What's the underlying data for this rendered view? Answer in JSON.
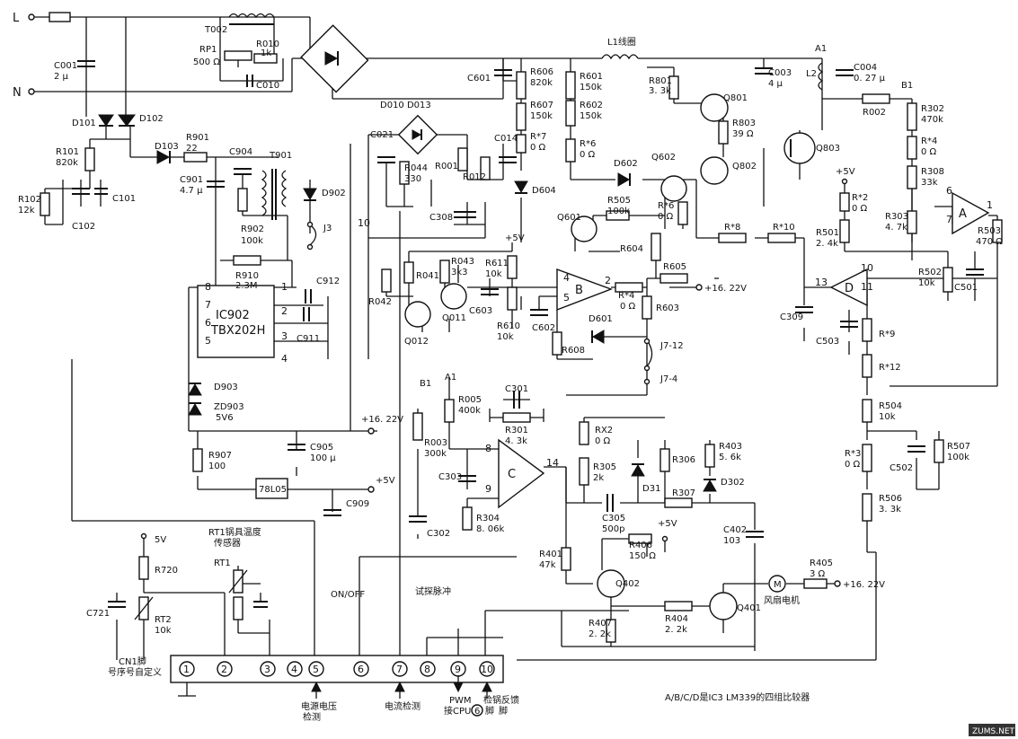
{
  "power": {
    "l": "L",
    "n": "N"
  },
  "labels": {
    "t002": "T002",
    "rp1": "RP1",
    "rp1_val": "500 Ω",
    "r010": "R010",
    "r010_val": "1k",
    "c010": "C010",
    "c001": "C001",
    "c001_val": "2 μ",
    "d101": "D101",
    "d102": "D102",
    "r101": "R101",
    "r101_val": "820k",
    "r102": "R102",
    "r102_val": "12k",
    "c102": "C102",
    "c101": "C101",
    "d103": "D103",
    "r901": "R901",
    "r901_val": "22",
    "c904": "C904",
    "t901": "T901",
    "c901": "C901",
    "c901_val": "4.7 μ",
    "d902": "D902",
    "j3": "J3",
    "r902": "R902",
    "r902_val": "100k",
    "r910": "R910",
    "r910_val": "2.3M",
    "c912": "C912",
    "c911": "C911",
    "ic902": "IC902",
    "ic902_part": "TBX202H",
    "d903": "D903",
    "zd903": "ZD903",
    "zd903_val": "5V6",
    "r907": "R907",
    "r907_val": "100",
    "c905": "C905",
    "c905_val": "100 μ",
    "reg": "78L05",
    "c909": "C909",
    "v1622": "+16. 22V",
    "v5": "+5V",
    "v5b": "5V",
    "d010": "D010 D013",
    "c021": "C021",
    "r044": "R044",
    "r044_val": "330",
    "r001": "R001",
    "r012": "R012",
    "c014": "C014",
    "c308": "C308",
    "c601": "C601",
    "r606": "R606",
    "r606_val": "820k",
    "r607": "R607",
    "r607_val": "150k",
    "r7": "R*7",
    "r7_val": "0 Ω",
    "d604": "D604",
    "l1": "L1线圈",
    "a1": "A1",
    "l2": "L2",
    "c003": "C003",
    "c003_val": "4 μ",
    "c004": "C004",
    "c004_val": "0. 27 μ",
    "r601": "R601",
    "r601_val": "150k",
    "r602": "R602",
    "r602_val": "150k",
    "r6": "R*6",
    "r6_val": "0 Ω",
    "r801": "R801",
    "r801_val": "3. 3k",
    "q801": "Q801",
    "r803": "R803",
    "r803_val": "39 Ω",
    "q802": "Q802",
    "q803": "Q803",
    "d602": "D602",
    "q602": "Q602",
    "r505": "R505",
    "r505_val": "100k",
    "r6b": "R*6",
    "r6b_val": "0 Ω",
    "q601": "Q601",
    "r604": "R604",
    "b1": "B1",
    "r002": "R002",
    "r302": "R302",
    "r302_val": "470k",
    "r4": "R*4",
    "r4_val": "0 Ω",
    "r308": "R308",
    "r308_val": "33k",
    "r303": "R303",
    "r303_val": "4. 7k",
    "r503": "R503",
    "r503_val": "470 Ω",
    "r2": "R*2",
    "r2_val": "0 Ω",
    "r501": "R501",
    "r501_val": "2. 4k",
    "r8": "R*8",
    "r10": "R*10",
    "r502": "R502",
    "r502_val": "10k",
    "c501": "C501",
    "c309": "C309",
    "c503": "C503",
    "r9": "R*9",
    "r12": "R*12",
    "r504": "R504",
    "r504_val": "10k",
    "r3": "R*3",
    "r3_val": "0 Ω",
    "c502": "C502",
    "r507": "R507",
    "r507_val": "100k",
    "r506": "R506",
    "r506_val": "3. 3k",
    "r042": "R042",
    "r041": "R041",
    "r043": "R043",
    "r043_val": "3k3",
    "r611": "R611",
    "r611_val": "10k",
    "q012": "Q012",
    "q011": "Q011",
    "c603": "C603",
    "r610": "R610",
    "r610_val": "10k",
    "c602": "C602",
    "r608": "R608",
    "d601": "D601",
    "r4b": "R*4",
    "r4b_val": "0 Ω",
    "r605": "R605",
    "r603": "R603",
    "j712": "J7-12",
    "j74": "J7-4",
    "b1b": "B1",
    "a1b": "A1",
    "r005": "R005",
    "r005_val": "400k",
    "c301": "C301",
    "r301": "R301",
    "r301_val": "4. 3k",
    "r003": "R003",
    "r003_val": "300k",
    "c303": "C303",
    "r304": "R304",
    "r304_val": "8. 06k",
    "c302": "C302",
    "rx2": "RX2",
    "rx2_val": "0 Ω",
    "r305": "R305",
    "r305_val": "2k",
    "d31": "D31",
    "r306": "R306",
    "r403": "R403",
    "r403_val": "5. 6k",
    "d302": "D302",
    "r307": "R307",
    "c305": "C305",
    "c305_val": "500p",
    "c402": "C402",
    "c402_val": "103",
    "r401": "R401",
    "r401_val": "47k",
    "r406": "R406",
    "r406_val": "150 Ω",
    "q402": "Q402",
    "r407": "R407",
    "r407_val": "2. 2k",
    "r404": "R404",
    "r404_val": "2. 2k",
    "q401": "Q401",
    "r405": "R405",
    "r405_val": "3 Ω",
    "fan": "风扇电机",
    "motor": "M",
    "r720": "R720",
    "rt1": "RT1",
    "rt1_desc1": "RT1锅具温度",
    "rt1_desc2": "传感器",
    "c721": "C721",
    "rt2": "RT2",
    "rt2_val": "10k",
    "onoff": "ON/OFF",
    "probe": "试探脉冲",
    "cn1_1": "CN1脚",
    "cn1_2": "号序号自定义",
    "bl_volt1": "电源电压",
    "bl_volt2": "检测",
    "bl_curr": "电流检测",
    "bl_pwm1": "PWM",
    "bl_pwm2": "接CPU",
    "bl_pwm3": "脚",
    "bl_pwm_pin": "6",
    "bl_pan1": "检锅反馈",
    "bl_pan2": "脚",
    "note": "A/B/C/D是IC3 LM339的四组比较器",
    "wm": "ZUMS.NET",
    "comp_a": "A",
    "comp_b": "B",
    "comp_c": "C",
    "comp_d": "D"
  },
  "pins": {
    "ic902": [
      "8",
      "7",
      "6",
      "5",
      "1",
      "2",
      "3",
      "4"
    ],
    "comp_a": [
      "6",
      "7",
      "1"
    ],
    "comp_b": [
      "4",
      "5",
      "2"
    ],
    "comp_c": [
      "8",
      "9",
      "14"
    ],
    "comp_d": [
      "13",
      "10",
      "11"
    ],
    "cn": [
      "1",
      "2",
      "3",
      "4",
      "5",
      "6",
      "7",
      "8",
      "9",
      "10"
    ],
    "misc_10": "10"
  }
}
